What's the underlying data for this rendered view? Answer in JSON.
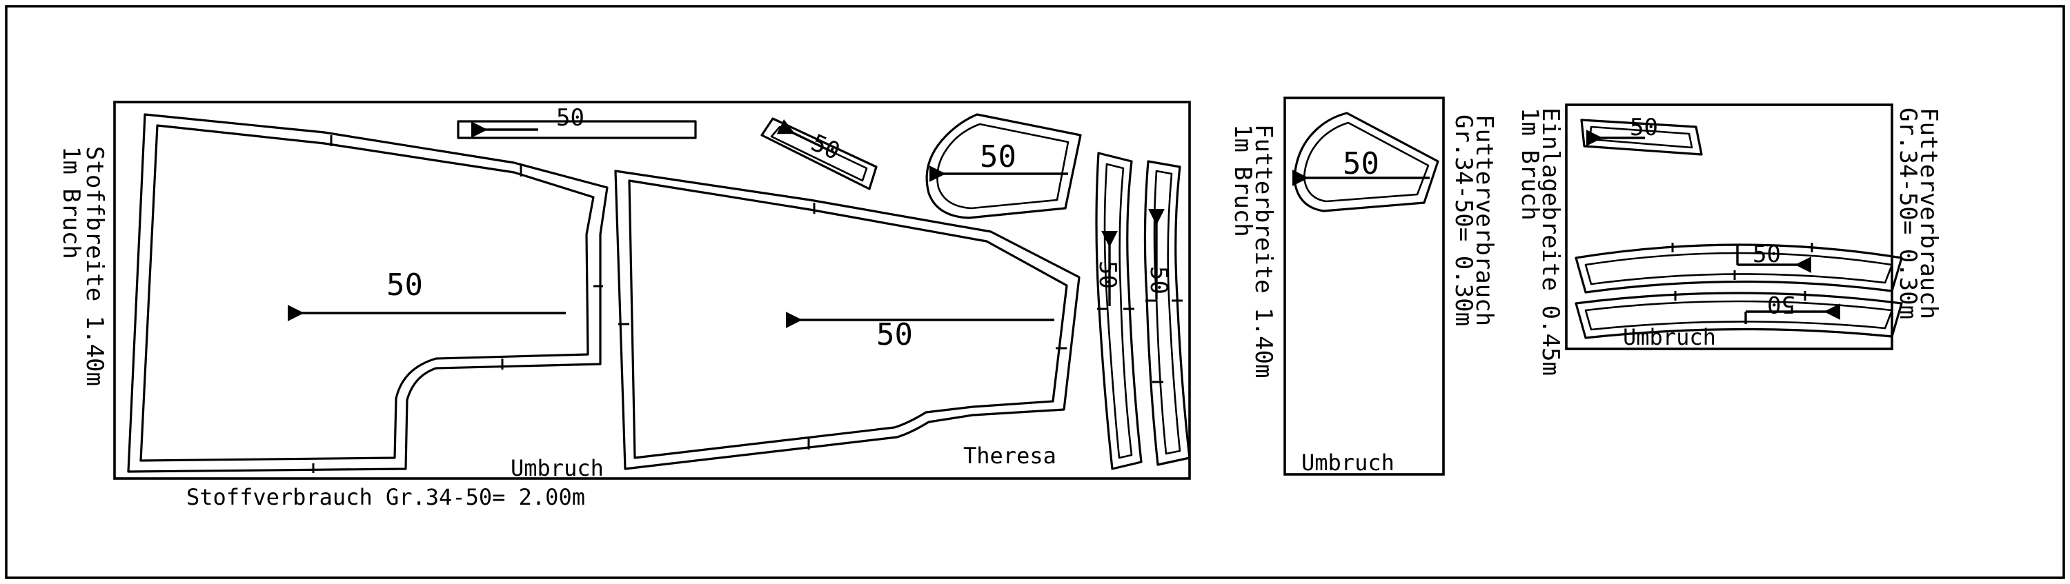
{
  "size_label": "50",
  "layout_main": {
    "fabric_width_note": "Stoffbreite 1.40m",
    "fold_note": "1m Bruch",
    "consumption": "Stoffverbrauch Gr.34-50= 2.00m",
    "fold_label": "Umbruch",
    "pattern_name": "Theresa"
  },
  "layout_lining": {
    "width_note": "Futterbreite 1.40m",
    "fold_note": "1m Bruch",
    "consumption_line1": "Futterverbrauch",
    "consumption_line2": "Gr.34-50= 0.30m",
    "fold_label": "Umbruch"
  },
  "layout_interfacing": {
    "width_note": "Einlagebreite 0.45m",
    "fold_note": "1m Bruch",
    "consumption_line1": "Futterverbrauch",
    "consumption_line2": "Gr.34-50= 0.30m",
    "fold_label": "Umbruch"
  }
}
